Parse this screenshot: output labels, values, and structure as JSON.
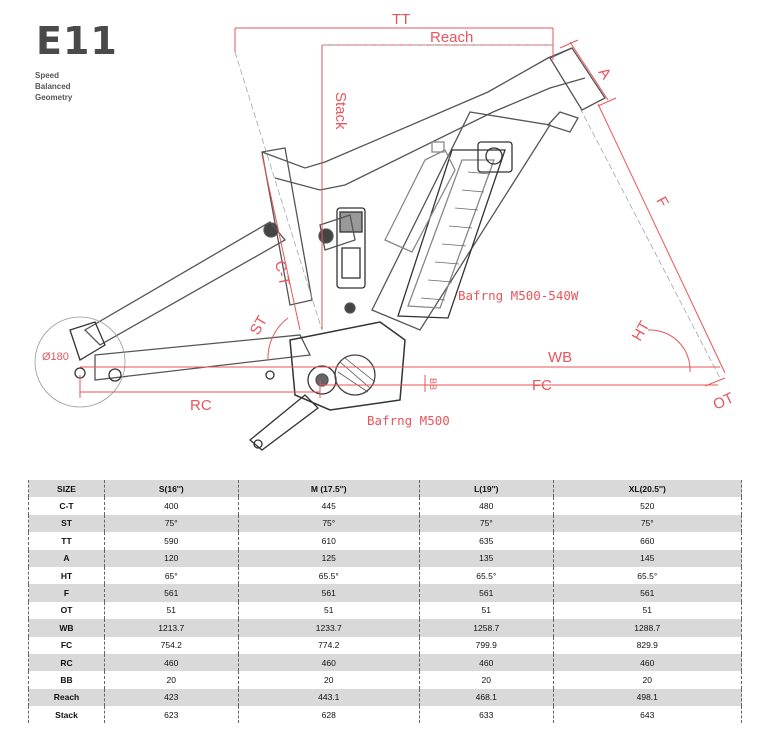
{
  "header": {
    "model": "E11",
    "subtitle_lines": [
      "Speed",
      "Balanced",
      "Geometry"
    ]
  },
  "diagram": {
    "labels": {
      "tt": "TT",
      "reach": "Reach",
      "stack": "Stack",
      "a": "A",
      "f": "F",
      "ht": "HT",
      "ot": "OT",
      "wb": "WB",
      "fc": "FC",
      "rc": "RC",
      "bb": "BB",
      "st": "ST",
      "ct": "C-T",
      "dropout": "Ø180",
      "battery": "Bafrng M500-540W",
      "motor": "Bafrng M500"
    },
    "colors": {
      "dimension": "#e8555b",
      "frame": "#555555"
    }
  },
  "table": {
    "headers": [
      "SIZE",
      "S(16'')",
      "M (17.5'')",
      "L(19'')",
      "XL(20.5'')"
    ],
    "rows": [
      {
        "label": "C-T",
        "values": [
          "400",
          "445",
          "480",
          "520"
        ]
      },
      {
        "label": "ST",
        "values": [
          "75°",
          "75°",
          "75°",
          "75°"
        ]
      },
      {
        "label": "TT",
        "values": [
          "590",
          "610",
          "635",
          "660"
        ]
      },
      {
        "label": "A",
        "values": [
          "120",
          "125",
          "135",
          "145"
        ]
      },
      {
        "label": "HT",
        "values": [
          "65°",
          "65.5°",
          "65.5°",
          "65.5°"
        ]
      },
      {
        "label": "F",
        "values": [
          "561",
          "561",
          "561",
          "561"
        ]
      },
      {
        "label": "OT",
        "values": [
          "51",
          "51",
          "51",
          "51"
        ]
      },
      {
        "label": "WB",
        "values": [
          "1213.7",
          "1233.7",
          "1258.7",
          "1288.7"
        ]
      },
      {
        "label": "FC",
        "values": [
          "754.2",
          "774.2",
          "799.9",
          "829.9"
        ]
      },
      {
        "label": "RC",
        "values": [
          "460",
          "460",
          "460",
          "460"
        ]
      },
      {
        "label": "BB",
        "values": [
          "20",
          "20",
          "20",
          "20"
        ]
      },
      {
        "label": "Reach",
        "values": [
          "423",
          "443.1",
          "468.1",
          "498.1"
        ]
      },
      {
        "label": "Stack",
        "values": [
          "623",
          "628",
          "633",
          "643"
        ]
      }
    ]
  }
}
